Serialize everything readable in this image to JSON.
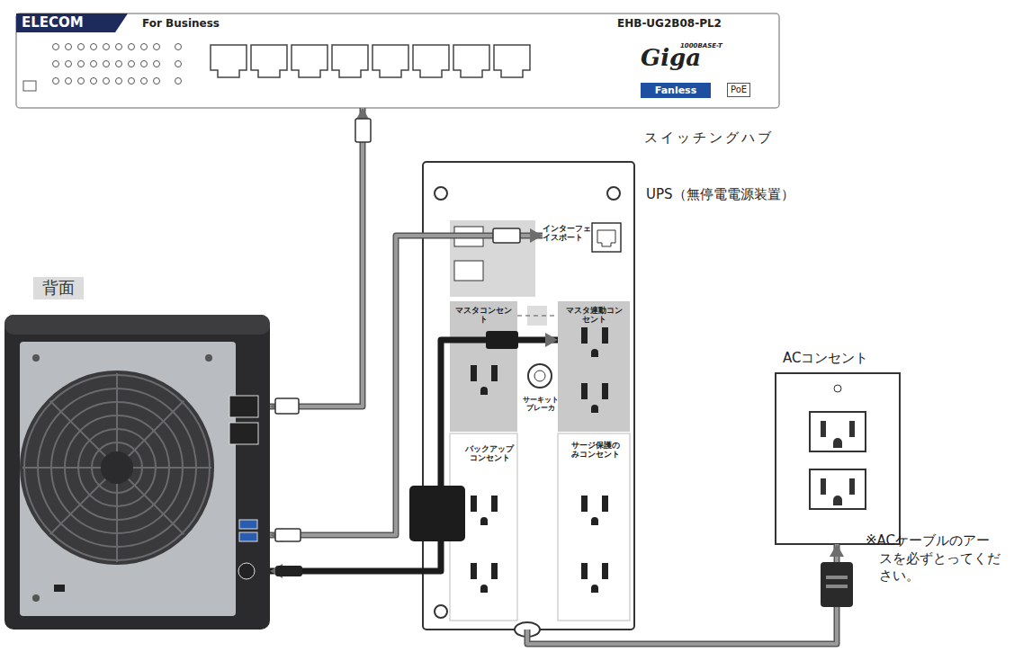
{
  "diagram": {
    "nodes": [
      {
        "text": [
          "ELECOM",
          "For Business",
          "EHB-UG2B08-PL2",
          "1000BASE-T",
          "Giga",
          "Fanless",
          "PoE",
          "スイッチングハブ"
        ]
      },
      {
        "text": [
          "UPS（無停電電源装置）"
        ]
      },
      {
        "text": [
          "インターフェイスポート"
        ],
        "in": 1
      },
      {
        "text": [
          "マスタコンセント"
        ],
        "in": 1
      },
      {
        "text": [
          "マスタ連動コンセント"
        ],
        "in": 1
      },
      {
        "text": [
          "サーキットブレーカ"
        ],
        "in": 1
      },
      {
        "text": [
          "バックアップコンセント"
        ],
        "in": 1
      },
      {
        "text": [
          "サージ保護のみコンセント"
        ],
        "in": 1
      },
      {
        "text": [
          "背面"
        ]
      },
      {
        "text": [
          "ACコンセント"
        ]
      }
    ],
    "edges": [
      {
        "from": 0,
        "to": 8,
        "arrow": "both"
      },
      {
        "from": 8,
        "to": 2,
        "arrow": "both"
      },
      {
        "from": 4,
        "to": 8,
        "arrow": "both"
      },
      {
        "from": 1,
        "to": 9,
        "arrow": "to"
      }
    ],
    "labels": [
      "※ACケーブルのアースを必ずとってください。"
    ]
  }
}
